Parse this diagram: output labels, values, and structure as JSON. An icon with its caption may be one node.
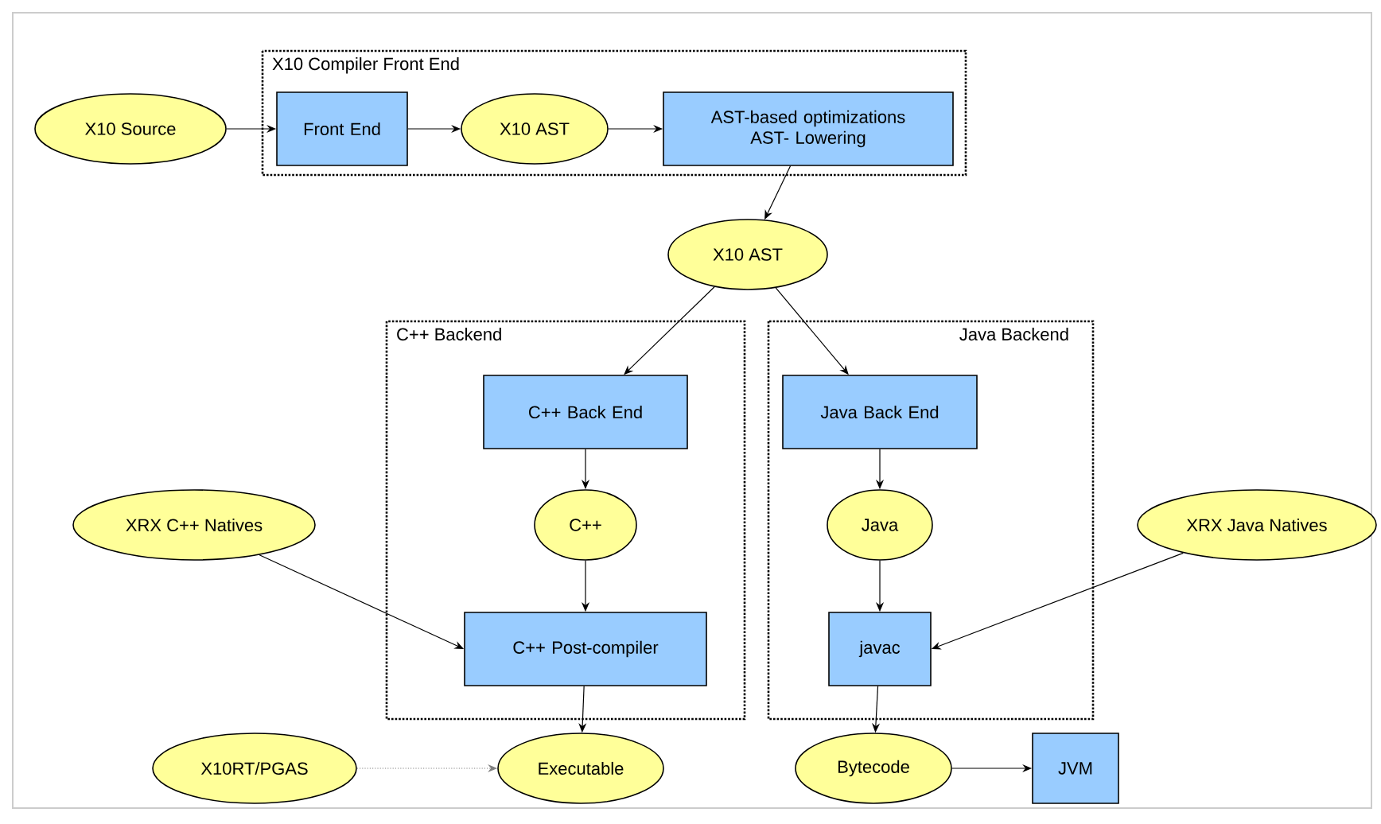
{
  "diagram": {
    "nodes": [
      {
        "text": [
          "X10 Compiler Front End"
        ]
      },
      {
        "text": [
          "X10 Source"
        ]
      },
      {
        "text": [
          "Front End"
        ],
        "in": 0
      },
      {
        "text": [
          "X10 AST"
        ],
        "in": 0
      },
      {
        "text": [
          "AST-based optimizations AST- Lowering"
        ],
        "in": 0
      },
      {
        "text": [
          "X10 AST"
        ]
      },
      {
        "text": [
          "C++ Backend"
        ]
      },
      {
        "text": [
          "C++ Back End"
        ],
        "in": 6
      },
      {
        "text": [
          "C++"
        ],
        "in": 6
      },
      {
        "text": [
          "C++ Post-compiler"
        ],
        "in": 6
      },
      {
        "text": [
          "Java Backend"
        ]
      },
      {
        "text": [
          "Java Back End"
        ],
        "in": 10
      },
      {
        "text": [
          "Java"
        ],
        "in": 10
      },
      {
        "text": [
          "javac"
        ],
        "in": 10
      },
      {
        "text": [
          "XRX C++ Natives"
        ]
      },
      {
        "text": [
          "XRX Java Natives"
        ]
      },
      {
        "text": [
          "X10RT/PGAS"
        ]
      },
      {
        "text": [
          "Executable"
        ]
      },
      {
        "text": [
          "Bytecode"
        ]
      },
      {
        "text": [
          "JVM"
        ]
      }
    ],
    "edges": [
      {
        "from": 1,
        "to": 2,
        "arrow": "to"
      },
      {
        "from": 2,
        "to": 3,
        "arrow": "to"
      },
      {
        "from": 3,
        "to": 4,
        "arrow": "to"
      },
      {
        "from": 4,
        "to": 5,
        "arrow": "to"
      },
      {
        "from": 5,
        "to": 7,
        "arrow": "to"
      },
      {
        "from": 5,
        "to": 11,
        "arrow": "to"
      },
      {
        "from": 7,
        "to": 8,
        "arrow": "to"
      },
      {
        "from": 8,
        "to": 9,
        "arrow": "to"
      },
      {
        "from": 14,
        "to": 9,
        "arrow": "to"
      },
      {
        "from": 9,
        "to": 17,
        "arrow": "to"
      },
      {
        "from": 16,
        "to": 17,
        "arrow": "to",
        "style": "dashed",
        "color": "#808080"
      },
      {
        "from": 11,
        "to": 12,
        "arrow": "to"
      },
      {
        "from": 12,
        "to": 13,
        "arrow": "to"
      },
      {
        "from": 15,
        "to": 13,
        "arrow": "to"
      },
      {
        "from": 13,
        "to": 18,
        "arrow": "to"
      },
      {
        "from": 18,
        "to": 19,
        "arrow": "to"
      }
    ]
  }
}
